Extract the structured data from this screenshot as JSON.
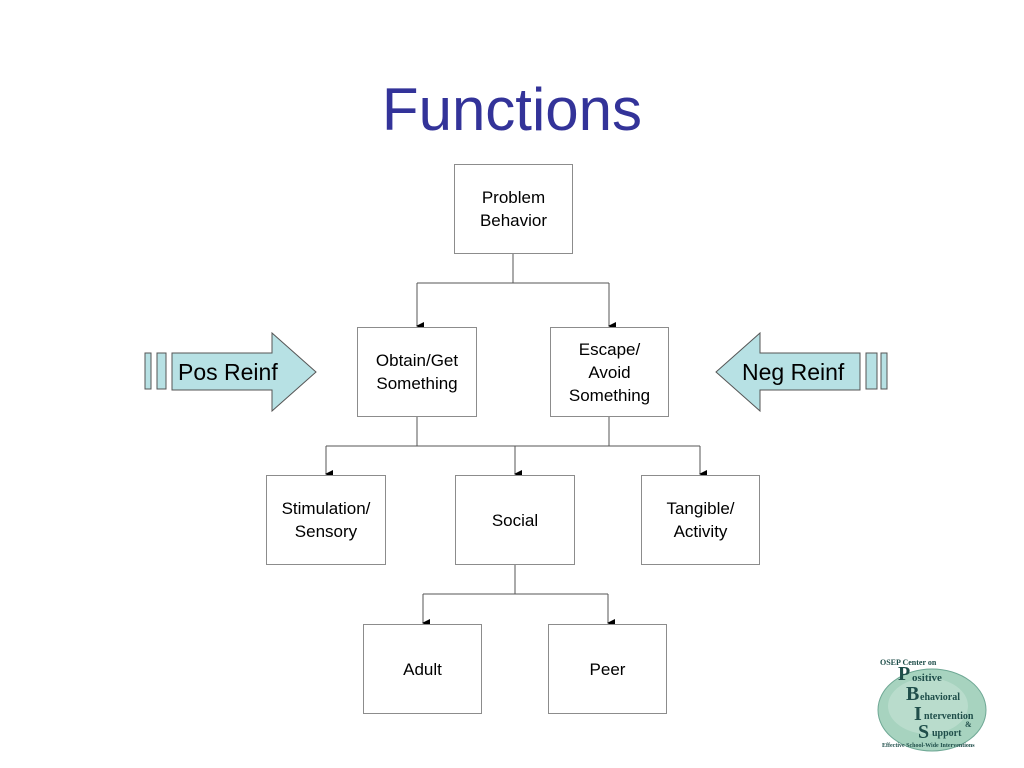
{
  "title": "Functions",
  "nodes": {
    "problem_behavior": "Problem\nBehavior",
    "obtain": "Obtain/Get\nSomething",
    "escape": "Escape/\nAvoid\nSomething",
    "stimulation": "Stimulation/\nSensory",
    "social": "Social",
    "tangible": "Tangible/\nActivity",
    "adult": "Adult",
    "peer": "Peer"
  },
  "side_arrows": {
    "left": "Pos Reinf",
    "right": "Neg Reinf"
  },
  "logo": {
    "top_text": "OSEP Center on",
    "line1": "ositive",
    "line2": "ehavioral",
    "line3": "ntervention",
    "amp": "&",
    "line4": "upport",
    "initials": [
      "P",
      "B",
      "I",
      "S"
    ],
    "bottom_text": "Effective School-Wide Interventions"
  },
  "colors": {
    "title": "#333399",
    "arrow_fill": "#b7e1e4",
    "node_border": "#8c8c8c",
    "logo_green": "#a7d3bf",
    "logo_text": "#1f4e4a"
  }
}
